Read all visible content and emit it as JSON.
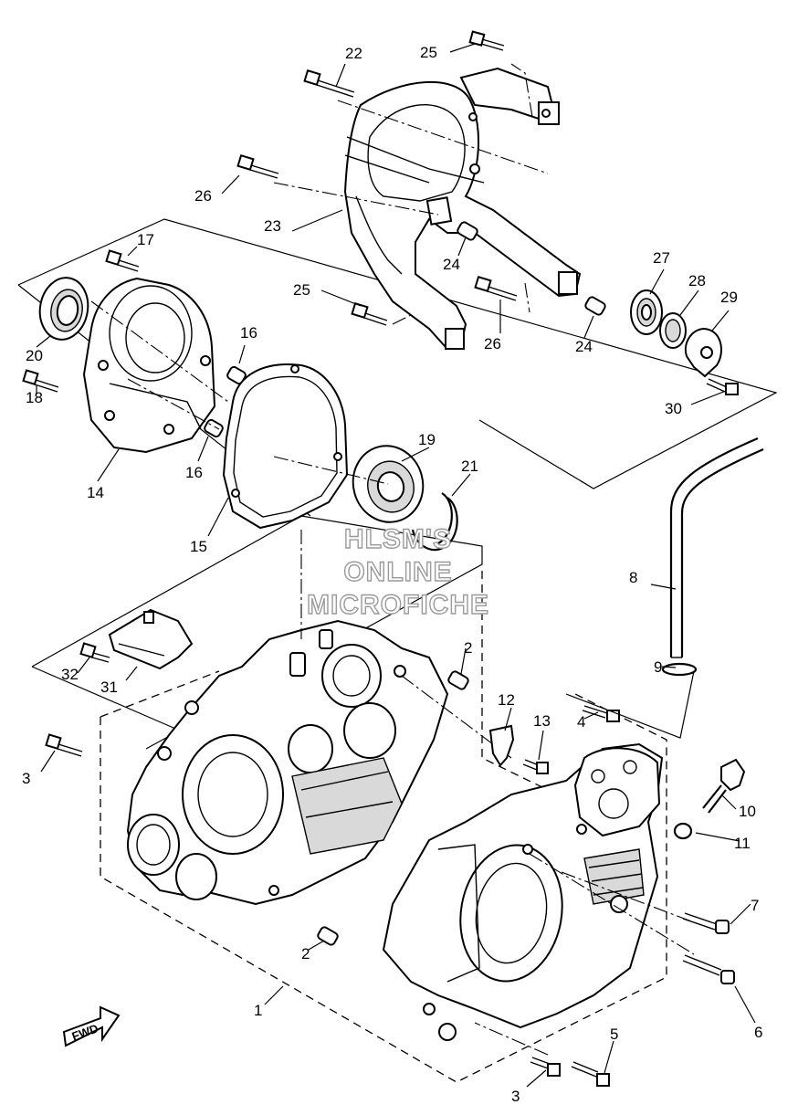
{
  "diagram": {
    "watermark": [
      "HLSM'S",
      "ONLINE",
      "MICROFICHE"
    ],
    "direction_badge": "FWD",
    "callouts": {
      "c1": "1",
      "c2a": "2",
      "c2b": "2",
      "c3a": "3",
      "c3b": "3",
      "c4": "4",
      "c5": "5",
      "c6": "6",
      "c7": "7",
      "c8": "8",
      "c9": "9",
      "c10": "10",
      "c11": "11",
      "c12": "12",
      "c13": "13",
      "c14": "14",
      "c15": "15",
      "c16a": "16",
      "c16b": "16",
      "c17": "17",
      "c18": "18",
      "c19": "19",
      "c20": "20",
      "c21": "21",
      "c22": "22",
      "c23": "23",
      "c24a": "24",
      "c24b": "24",
      "c25a": "25",
      "c25b": "25",
      "c26a": "26",
      "c26b": "26",
      "c27": "27",
      "c28": "28",
      "c29": "29",
      "c30": "30",
      "c31": "31",
      "c32": "32"
    }
  }
}
